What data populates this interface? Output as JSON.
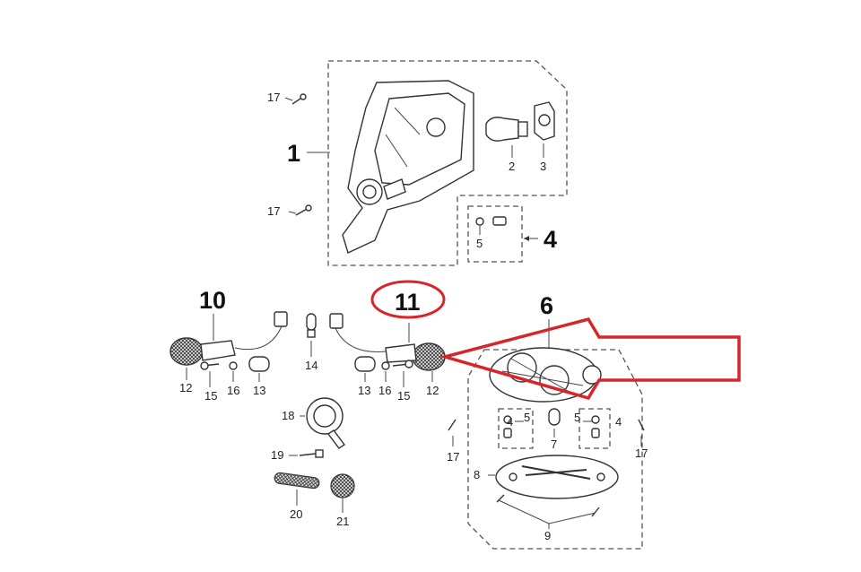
{
  "callouts": {
    "c1": "1",
    "c2": "2",
    "c3": "3",
    "c4_top": "4",
    "c5_top": "5",
    "c6": "6",
    "c7": "7",
    "c8": "8",
    "c9": "9",
    "c10": "10",
    "c11": "11",
    "c12_left": "12",
    "c12_right": "12",
    "c13_left": "13",
    "c13_right": "13",
    "c14": "14",
    "c15_left": "15",
    "c15_right": "15",
    "c16_left": "16",
    "c16_right": "16",
    "c17_a": "17",
    "c17_b": "17",
    "c17_c": "17",
    "c17_d": "17",
    "c18": "18",
    "c19": "19",
    "c20": "20",
    "c21": "21",
    "c4_left": "4",
    "c5_left": "5",
    "c5_right": "5",
    "c4_right": "4"
  },
  "colors": {
    "highlight": "#d6262b",
    "line": "#333333",
    "dash": "#555555"
  }
}
